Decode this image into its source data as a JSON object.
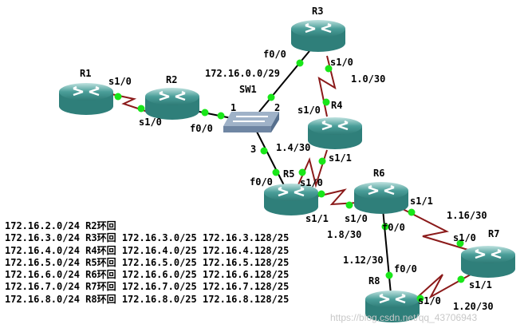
{
  "devices": {
    "r1": "R1",
    "r2": "R2",
    "r3": "R3",
    "r4": "R4",
    "r5": "R5",
    "r6": "R6",
    "r7": "R7",
    "r8": "R8",
    "sw1": "SW1"
  },
  "interfaces": {
    "r1_s10": "s1/0",
    "r2_s10": "s1/0",
    "r2_f00": "f0/0",
    "sw_p1": "1",
    "sw_p2": "2",
    "sw_p3": "3",
    "r3_f00": "f0/0",
    "r3_s10": "s1/0",
    "r4_s10": "s1/0",
    "r4_s11": "s1/1",
    "r5_f00": "f0/0",
    "r5_s10": "s1/0",
    "r5_s11": "s1/1",
    "r6_s10": "s1/0",
    "r6_s11": "s1/1",
    "r6_f00": "f0/0",
    "r7_s10": "s1/0",
    "r7_s11": "s1/1",
    "r8_f00": "f0/0",
    "r8_s10": "s1/0"
  },
  "subnets": {
    "lan": "172.16.0.0/29",
    "r3r4": "1.0/30",
    "r4r5": "1.4/30",
    "r5r6": "1.8/30",
    "r6r8": "1.12/30",
    "r6r7": "1.16/30",
    "r7r8": "1.20/30"
  },
  "loopbacks": [
    "172.16.2.0/24 R2环回",
    "172.16.3.0/24 R3环回 172.16.3.0/25 172.16.3.128/25",
    "172.16.4.0/24 R4环回 172.16.4.0/25 172.16.4.128/25",
    "172.16.5.0/24 R5环回 172.16.5.0/25 172.16.5.128/25",
    "172.16.6.0/24 R6环回 172.16.6.0/25 172.16.6.128/25",
    "172.16.7.0/24 R7环回 172.16.7.0/25 172.16.7.128/25",
    "172.16.8.0/24 R8环回 172.16.8.0/25 172.16.8.128/25"
  ],
  "watermark": "https://blog.csdn.net/qq_43706943",
  "colors": {
    "router": "#3d8f8a",
    "serial": "#8b1a1a",
    "ethernet": "#000000",
    "port_dot": "#19e619"
  }
}
